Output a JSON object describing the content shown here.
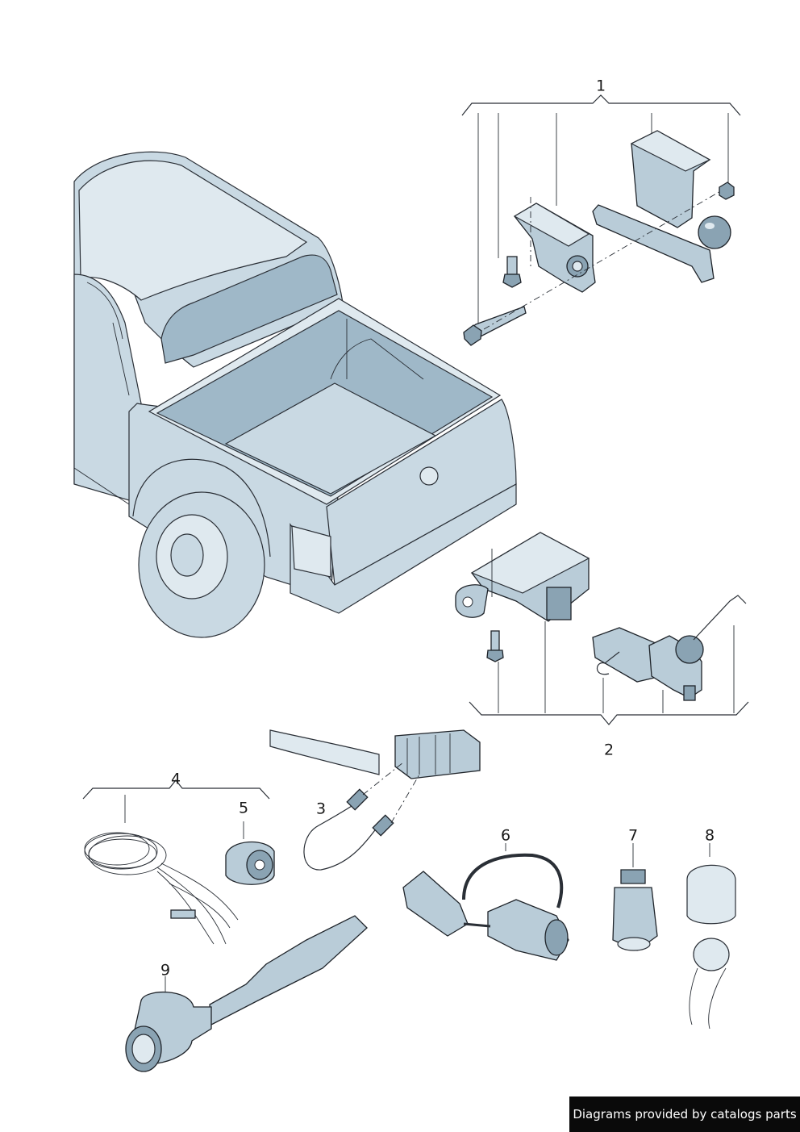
{
  "callouts": [
    {
      "id": "1",
      "label": "1"
    },
    {
      "id": "2",
      "label": "2"
    },
    {
      "id": "3",
      "label": "3"
    },
    {
      "id": "4",
      "label": "4"
    },
    {
      "id": "5",
      "label": "5"
    },
    {
      "id": "6",
      "label": "6"
    },
    {
      "id": "7",
      "label": "7"
    },
    {
      "id": "8",
      "label": "8"
    },
    {
      "id": "9",
      "label": "9"
    }
  ],
  "watermark": "Diagrams provided by catalogs parts",
  "colors": {
    "vehicle": "#c9d9e3",
    "part": "#b9ccd8",
    "outline": "#2a2f36",
    "watermark_bg": "#0a0a0a"
  }
}
